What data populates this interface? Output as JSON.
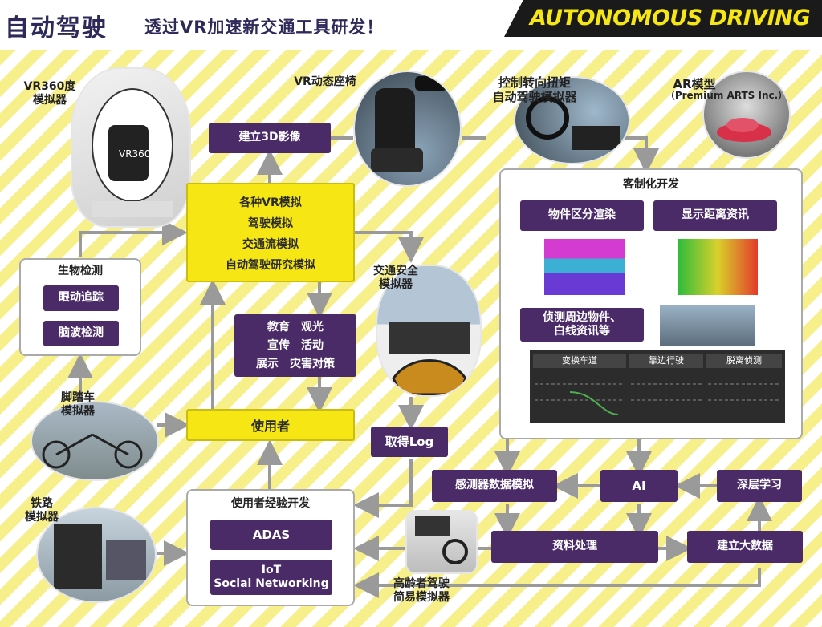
{
  "header": {
    "title_main": "自动驾驶",
    "title_sub": "透过VR加速新交通工具研发！",
    "title_en": "AUTONOMOUS DRIVING"
  },
  "nodes": {
    "vr360_label": "VR360度\n模拟器",
    "vr_seat_label": "VR动态座椅",
    "steering_label": "控制转向扭矩\n自动驾驶模拟器",
    "ar_label": "AR模型",
    "ar_sub": "（Premium ARTS Inc.）",
    "build_3d": "建立3D影像",
    "vr_sims": [
      "各种VR模拟",
      "驾驶模拟",
      "交通流模拟",
      "自动驾驶研究模拟"
    ],
    "bio_title": "生物检测",
    "eye_tracking": "眼动追踪",
    "brainwave": "脑波检测",
    "edu_lines": [
      "教育　观光",
      "宣传　活动",
      "展示　灾害对策"
    ],
    "traffic_safety_label": "交通安全\n模拟器",
    "get_log": "取得Log",
    "user": "使用者",
    "bike_label": "脚踏车\n模拟器",
    "rail_label": "铁路\n模拟器",
    "ux_title": "使用者经验开发",
    "adas": "ADAS",
    "iot": "IoT\nSocial Networking",
    "custom_title": "客制化开发",
    "object_render": "物件区分渲染",
    "distance_info": "显示距离资讯",
    "detect_objects": "侦测周边物件、\n白线资讯等",
    "lane_tabs": [
      "变换车道",
      "靠边行驶",
      "脱离侦测"
    ],
    "sensor_sim": "感测器数据模拟",
    "ai": "AI",
    "deep_learning": "深层学习",
    "data_processing": "资料处理",
    "big_data": "建立大数据",
    "elderly_label": "高龄者驾驶\n简易模拟器"
  },
  "colors": {
    "purple": "#4a2a67",
    "yellow": "#f5e614",
    "stripe": "#f6ef8a",
    "arrow": "#9a9a9a",
    "banner_bg": "#1a1a1a",
    "banner_text": "#f5e614"
  }
}
